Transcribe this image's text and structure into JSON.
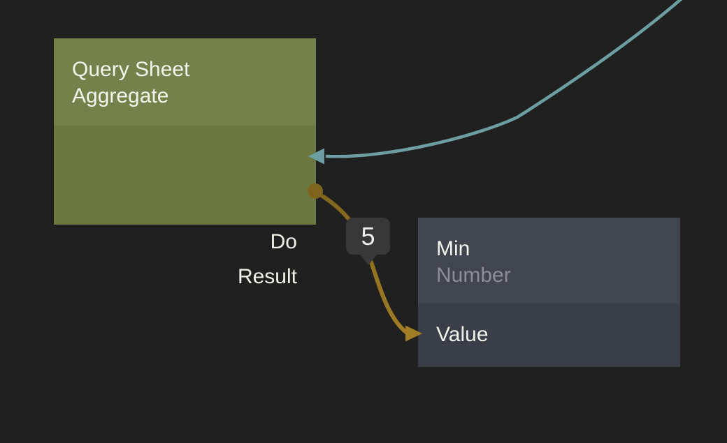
{
  "canvas": {
    "background_color": "#202020"
  },
  "nodes": {
    "query_sheet_aggregate": {
      "title": "Query Sheet Aggregate",
      "header_color": "#75814a",
      "body_color": "#6c7842",
      "ports": {
        "do": {
          "label": "Do",
          "side": "right"
        },
        "result": {
          "label": "Result",
          "side": "right"
        }
      }
    },
    "min": {
      "title": "Min",
      "subtitle": "Number",
      "header_color": "#41454f",
      "body_color": "#3a3e48",
      "ports": {
        "value": {
          "label": "Value",
          "side": "left"
        }
      }
    }
  },
  "connections": {
    "exec": {
      "color": "#6d9ea1",
      "to": "Query Sheet Aggregate.Do"
    },
    "data": {
      "color_start": "#7e641d",
      "color_end": "#a27e26",
      "from": "Query Sheet Aggregate.Result",
      "to": "Min.Value"
    }
  },
  "value_badge": {
    "label": "5",
    "background_color": "#383838",
    "text_color": "#f1f1f1"
  }
}
